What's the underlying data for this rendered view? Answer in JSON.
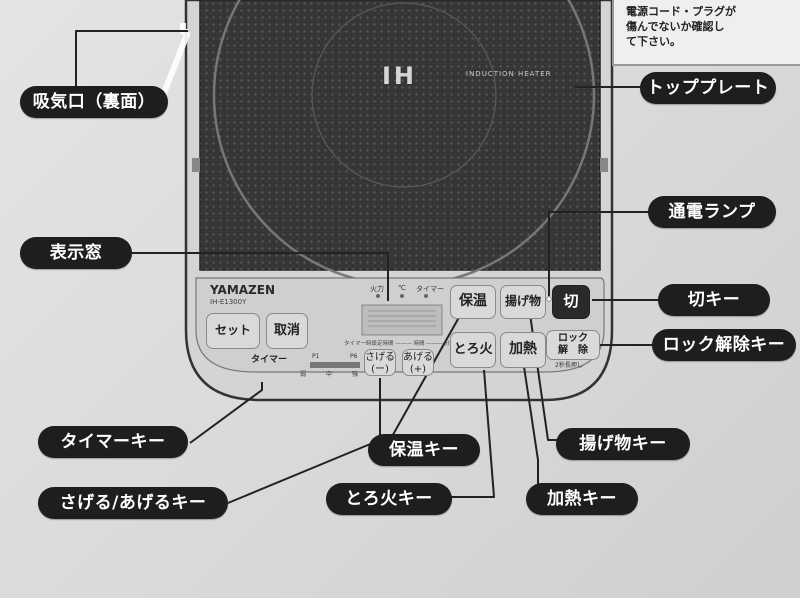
{
  "note": {
    "lines": [
      "電源コード・プラグが",
      "傷んでないか確認し",
      "て下さい。"
    ]
  },
  "device": {
    "plate_logo": "IH",
    "plate_text": "INDUCTION  HEATER",
    "brand": "YAMAZEN",
    "model": "IH-E1300Y",
    "keys": {
      "set": "セット",
      "cancel": "取消",
      "warm": "保温",
      "fry": "揚げ物",
      "off": "切",
      "simmer": "とろ火",
      "heat": "加熱",
      "lock_line1": "ロック",
      "lock_line2": "解　除",
      "lock_sub": "2秒長押し",
      "down_line1": "さげる",
      "down_line2": "(ー)",
      "up_line1": "あげる",
      "up_line2": "(+)"
    },
    "timer_label": "タイマー",
    "indicator_labels": [
      "火力",
      "℃",
      "タイマー"
    ],
    "display_caption": "タイマー時設定時間 ——— 時間 ——— 分",
    "power_scale": {
      "min": "P1",
      "max": "P6"
    },
    "temp_scale": {
      "low": "弱",
      "mid": "中",
      "high": "強"
    }
  },
  "callouts": {
    "intake": "吸気口（裏面）",
    "top_plate": "トッププレート",
    "display": "表示窓",
    "power_lamp": "通電ランプ",
    "off_key": "切キー",
    "lock_key": "ロック解除キー",
    "timer_key": "タイマーキー",
    "warm_key": "保温キー",
    "fry_key": "揚げ物キー",
    "updown_key": "さげる/あげるキー",
    "simmer_key": "とろ火キー",
    "heat_key": "加熱キー"
  }
}
